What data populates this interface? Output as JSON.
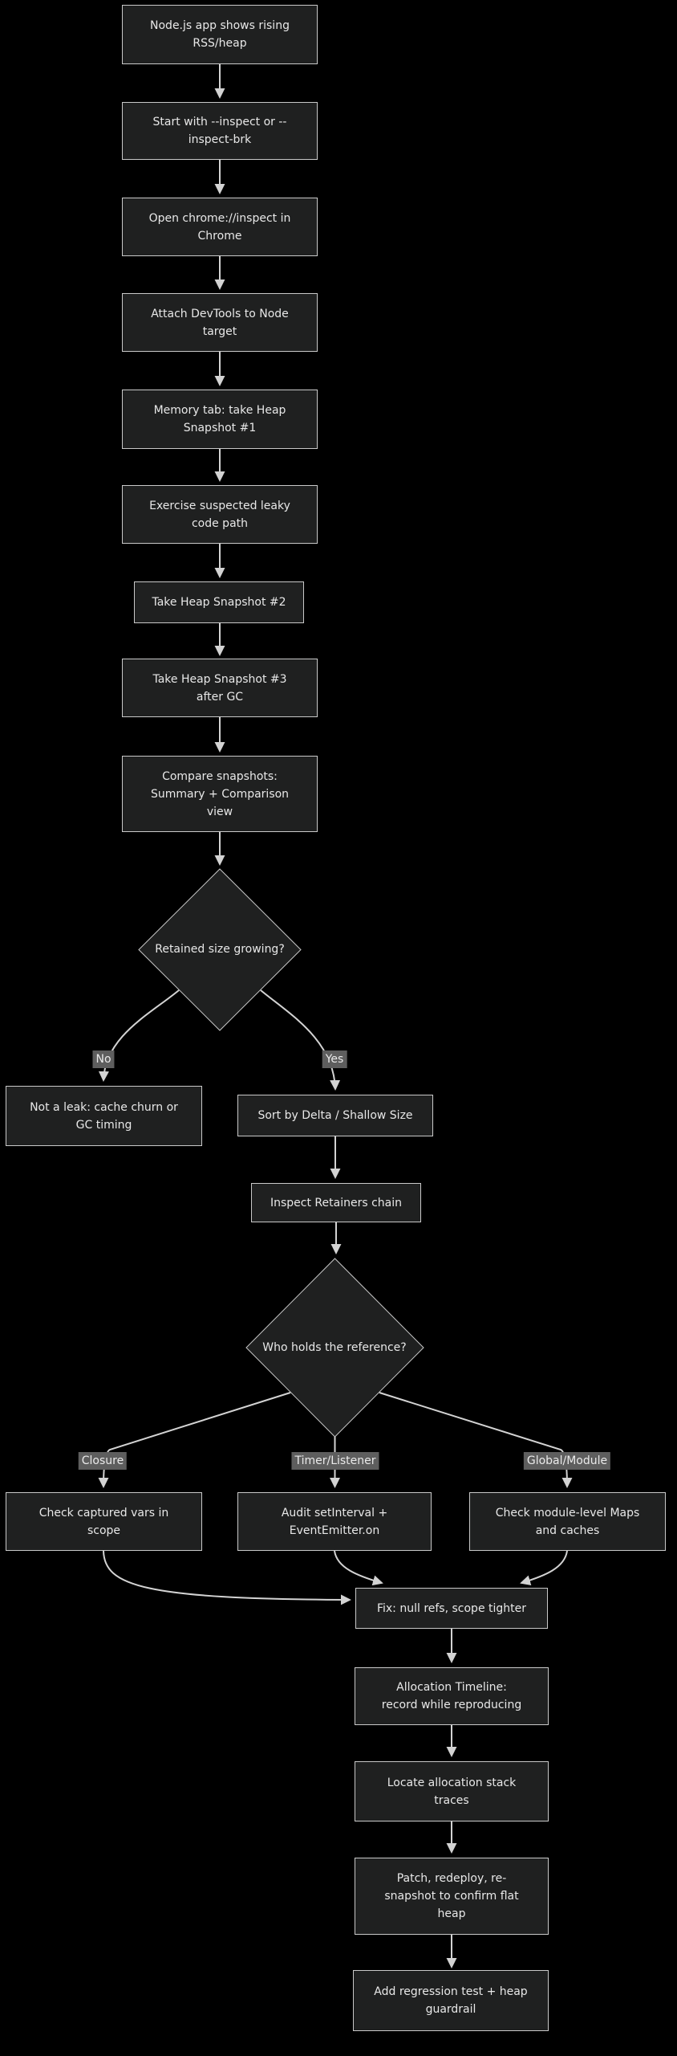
{
  "diagram": {
    "type": "flowchart",
    "theme_colors": {
      "background": "#000000",
      "node_fill": "#1f2020",
      "node_border": "#c9c9c9",
      "node_text": "#e8e8e8",
      "edge_line": "#d3d3d3",
      "edge_label_bg": "#5e5e5e",
      "edge_label_text": "#eaeaea"
    }
  },
  "nodes": [
    {
      "id": "A",
      "shape": "rect",
      "label": "Node.js app shows rising\nRSS/heap"
    },
    {
      "id": "B",
      "shape": "rect",
      "label": "Start with --inspect or --\ninspect-brk"
    },
    {
      "id": "C",
      "shape": "rect",
      "label": "Open chrome://inspect in\nChrome"
    },
    {
      "id": "D",
      "shape": "rect",
      "label": "Attach DevTools to Node\ntarget"
    },
    {
      "id": "E",
      "shape": "rect",
      "label": "Memory tab: take Heap\nSnapshot #1"
    },
    {
      "id": "F",
      "shape": "rect",
      "label": "Exercise suspected leaky\ncode path"
    },
    {
      "id": "G",
      "shape": "rect",
      "label": "Take Heap Snapshot #2"
    },
    {
      "id": "H",
      "shape": "rect",
      "label": "Take Heap Snapshot #3\nafter GC"
    },
    {
      "id": "I",
      "shape": "rect",
      "label": "Compare snapshots:\nSummary + Comparison\nview"
    },
    {
      "id": "J",
      "shape": "diamond",
      "label": "Retained size growing?"
    },
    {
      "id": "K",
      "shape": "rect",
      "label": "Not a leak: cache churn or\nGC timing"
    },
    {
      "id": "L",
      "shape": "rect",
      "label": "Sort by Delta / Shallow Size"
    },
    {
      "id": "M",
      "shape": "rect",
      "label": "Inspect Retainers chain"
    },
    {
      "id": "N",
      "shape": "diamond",
      "label": "Who holds the reference?"
    },
    {
      "id": "O",
      "shape": "rect",
      "label": "Check captured vars in\nscope"
    },
    {
      "id": "P",
      "shape": "rect",
      "label": "Audit setInterval +\nEventEmitter.on"
    },
    {
      "id": "Q",
      "shape": "rect",
      "label": "Check module-level Maps\nand caches"
    },
    {
      "id": "R",
      "shape": "rect",
      "label": "Fix: null refs, scope tighter"
    },
    {
      "id": "S",
      "shape": "rect",
      "label": "Allocation Timeline:\nrecord while reproducing"
    },
    {
      "id": "T",
      "shape": "rect",
      "label": "Locate allocation stack\ntraces"
    },
    {
      "id": "U",
      "shape": "rect",
      "label": "Patch, redeploy, re-\nsnapshot to confirm flat\nheap"
    },
    {
      "id": "V",
      "shape": "rect",
      "label": "Add regression test + heap\nguardrail"
    }
  ],
  "edge_labels": [
    {
      "text": "No"
    },
    {
      "text": "Yes"
    },
    {
      "text": "Closure"
    },
    {
      "text": "Timer/Listener"
    },
    {
      "text": "Global/Module"
    }
  ]
}
